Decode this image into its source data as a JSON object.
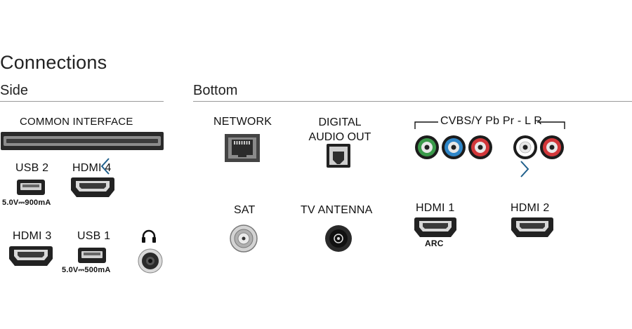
{
  "title": "Connections",
  "sections": {
    "side": "Side",
    "bottom": "Bottom"
  },
  "side": {
    "common_interface": "COMMON INTERFACE",
    "usb2": {
      "label": "USB 2",
      "rating": "5.0V⎓900mA"
    },
    "hdmi4": {
      "label": "HDMI 4"
    },
    "hdmi3": {
      "label": "HDMI 3"
    },
    "usb1": {
      "label": "USB 1",
      "rating": "5.0V⎓500mA"
    },
    "headphone": {
      "icon": "headphones-icon"
    }
  },
  "bottom": {
    "network": "NETWORK",
    "digital_audio_line1": "DIGITAL",
    "digital_audio_line2": "AUDIO OUT",
    "cvbs": "CVBS/Y Pb Pr - L R",
    "sat": "SAT",
    "tv_antenna": "TV ANTENNA",
    "hdmi1": {
      "label": "HDMI 1",
      "sub": "ARC"
    },
    "hdmi2": {
      "label": "HDMI 2"
    }
  },
  "colors": {
    "rca_green": "#3a9a4a",
    "rca_blue": "#2f86c8",
    "rca_red": "#d2373a",
    "rca_white": "#ffffff",
    "nav_arrow": "#1f5f8b"
  }
}
